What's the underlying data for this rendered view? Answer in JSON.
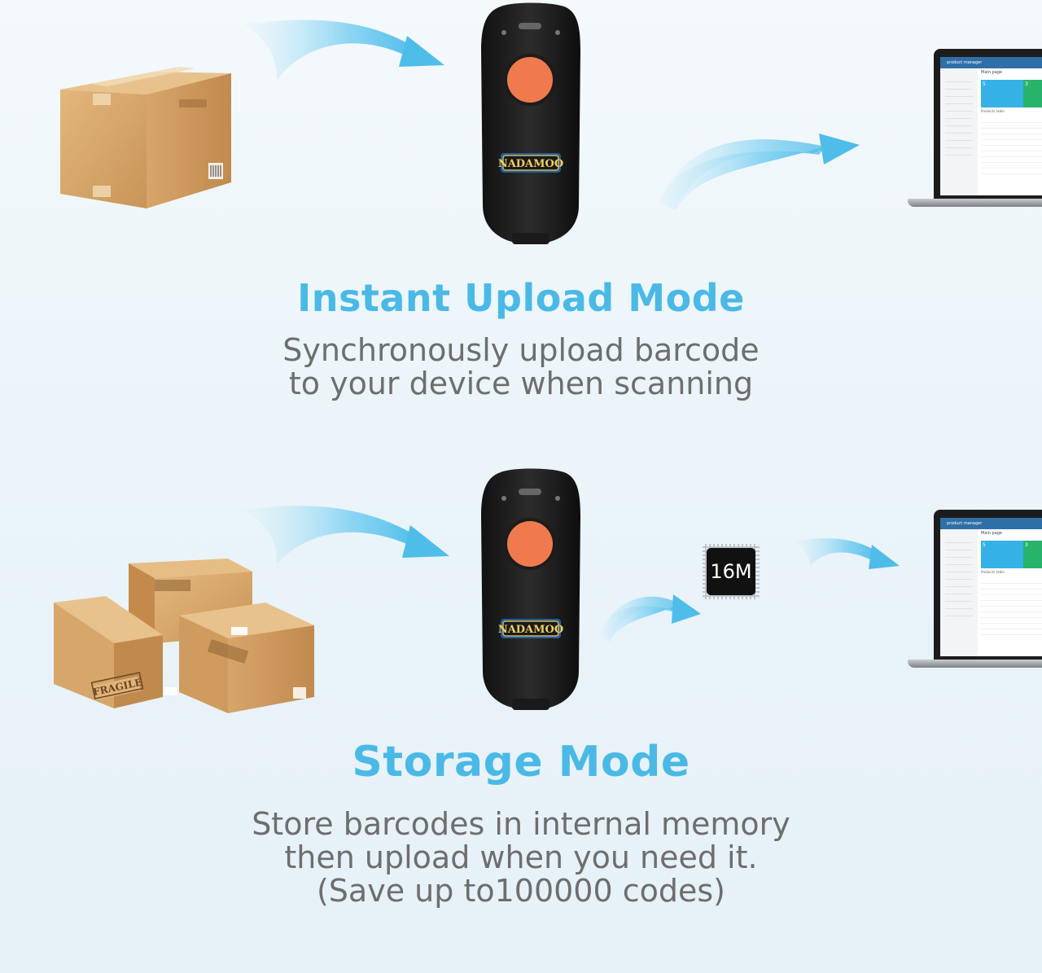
{
  "modes": [
    {
      "title": "Instant Upload Mode",
      "description": [
        "Synchronously upload barcode",
        "to your device when scanning"
      ]
    },
    {
      "title": "Storage Mode",
      "description": [
        "Store barcodes in internal memory",
        "then upload when you need it.",
        "(Save up to100000 codes)"
      ]
    }
  ],
  "scanner": {
    "brand": "NADAMOO",
    "button_color": "#f07a4e"
  },
  "memory_chip": {
    "label": "16M"
  },
  "package": {
    "fragile_label": "FRAGILE"
  },
  "laptop_screen": {
    "app_name": "product manager",
    "page_title": "Main page",
    "tile_1_value": "5",
    "tile_2_value": "3",
    "table_title": "Products table"
  },
  "colors": {
    "accent": "#4ab9e6",
    "text": "#6e6e6e",
    "arrow": "#6cc8ee"
  }
}
